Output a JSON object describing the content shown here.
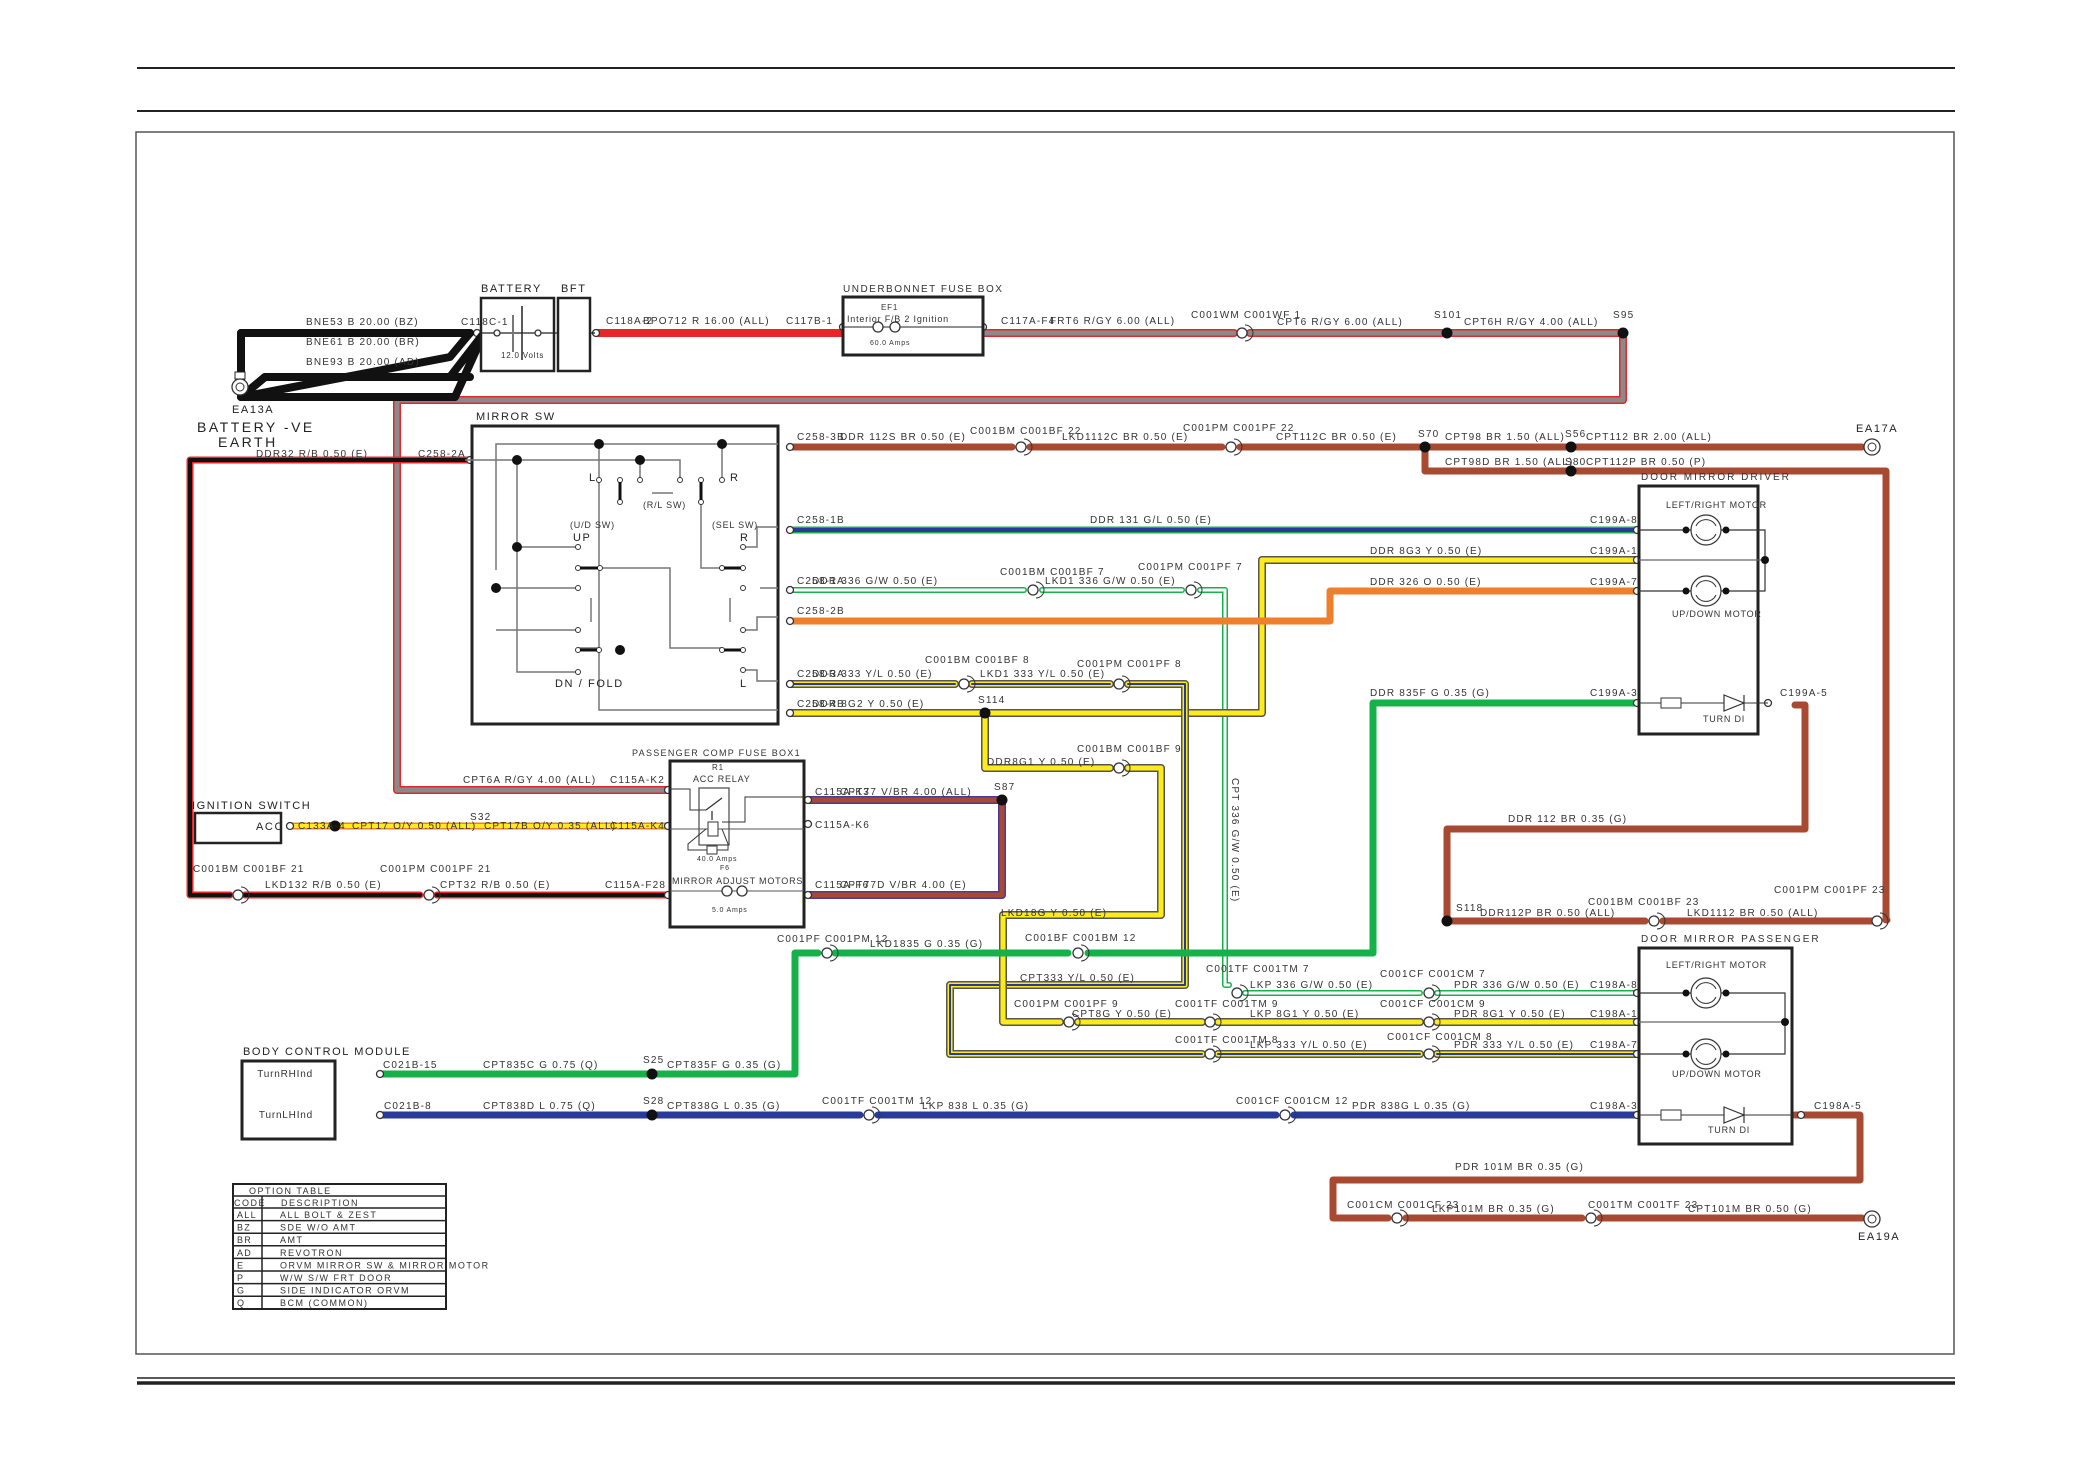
{
  "diagram": {
    "type": "wiring-diagram",
    "colors": {
      "red": "#e8262a",
      "red_gray": "#8a8a8a",
      "brown": "#a84a32",
      "green": "#15b24a",
      "dark_green": "#0b6e5a",
      "blue": "#2a3a9a",
      "yellow": "#ffeb1a",
      "orange": "#f07f2c",
      "black": "#111111",
      "purple": "#4a3aa0"
    },
    "components": {
      "battery": {
        "title": "BATTERY",
        "rating": "12.0 Volts"
      },
      "bft": {
        "title": "BFT"
      },
      "earth_ea13a": {
        "id": "EA13A",
        "title_line1": "BATTERY -VE",
        "title_line2": "EARTH"
      },
      "underbonnet": {
        "title": "UNDERBONNET FUSE BOX",
        "fuse_id": "EF1",
        "fuse_name": "Interior F/B 2 Ignition",
        "rating": "60.0 Amps"
      },
      "mirror_sw": {
        "title": "MIRROR SW",
        "labels": {
          "l": "L",
          "r": "R",
          "rl_sw": "(R/L SW)",
          "ud_sw": "(U/D SW)",
          "up": "UP",
          "sel_sw": "(SEL SW)",
          "sel_r": "R",
          "sel_l": "L",
          "dn_fold": "DN / FOLD"
        }
      },
      "ignition_switch": {
        "title": "IGNITION SWITCH",
        "pin": "ACC"
      },
      "pcfb": {
        "title": "PASSENGER COMP FUSE BOX1",
        "relay_id": "R1",
        "relay_name": "ACC RELAY",
        "relay_rating": "40.0 Amps",
        "fuse_id": "F6",
        "fuse_name": "MIRROR ADJUST MOTORS",
        "fuse_rating": "5.0 Amps"
      },
      "bcm": {
        "title": "BODY CONTROL MODULE",
        "pin_rh": "TurnRHInd",
        "pin_lh": "TurnLHInd"
      },
      "dmd": {
        "title": "DOOR MIRROR DRIVER",
        "lr_motor": "LEFT/RIGHT MOTOR",
        "ud_motor": "UP/DOWN MOTOR",
        "turn": "TURN DI"
      },
      "dmp": {
        "title": "DOOR MIRROR PASSENGER",
        "lr_motor": "LEFT/RIGHT MOTOR",
        "ud_motor": "UP/DOWN MOTOR",
        "turn": "TURN DI"
      },
      "earth_ea17a": {
        "id": "EA17A"
      },
      "earth_ea19a": {
        "id": "EA19A"
      }
    },
    "wire_labels": {
      "bne53": "BNE53 B 20.00 (BZ)",
      "c118c1": "C118C-1",
      "bne61": "BNE61 B 20.00 (BR)",
      "bne93": "BNE93 B 20.00 (AD)",
      "c118a2": "C118A-2",
      "bpo712": "BPO712 R 16.00 (ALL)",
      "c117b1": "C117B-1",
      "c117af": "C117A-F4",
      "frt6": "FRT6 R/GY 6.00 (ALL)",
      "c001wm": "C001WM C001WF 1",
      "cpt6": "CPT6 R/GY 6.00 (ALL)",
      "s101": "S101",
      "cpt6h": "CPT6H R/GY 4.00 (ALL)",
      "s95": "S95",
      "ddr32": "DDR32 R/B 0.50 (E)",
      "c2582a": "C258-2A",
      "c2583b": "C258-3B",
      "ddr112s": "DDR 112S BR 0.50 (E)",
      "c001bm22": "C001BM C001BF 22",
      "lkd112c": "LKD1112C BR 0.50 (E)",
      "c001pm22": "C001PM C001PF 22",
      "cpt112c": "CPT112C BR 0.50 (E)",
      "s70": "S70",
      "cpt98": "CPT98 BR 1.50 (ALL)",
      "s56": "S56",
      "cpt112": "CPT112 BR 2.00 (ALL)",
      "cpt98d": "CPT98D BR 1.50 (ALL)",
      "s80": "S80",
      "cpt112p": "CPT112P BR 0.50 (P)",
      "c2581b": "C258-1B",
      "ddr131": "DDR 131 G/L 0.50 (E)",
      "c199a8": "C199A-8",
      "c2581a": "C258-1A",
      "ddr336": "DDR 336 G/W 0.50 (E)",
      "c001bm7": "C001BM C001BF 7",
      "lkd336": "LKD1 336 G/W 0.50 (E)",
      "c001pm7": "C001PM C001PF 7",
      "ddr8g3": "DDR   8G3 Y 0.50 (E)",
      "c199a1": "C199A-1",
      "c2582b": "C258-2B",
      "ddr326": "DDR   326 O 0.50 (E)",
      "c199a7": "C199A-7",
      "c2583a": "C258-3A",
      "ddr333": "DDR 333 Y/L 0.50 (E)",
      "c001bm8": "C001BM C001BF 8",
      "lkd333": "LKD1 333 Y/L 0.50 (E)",
      "c001pm8": "C001PM C001PF 8",
      "c2584b": "C258-4B",
      "ddr8g2": "DDR 8G2 Y 0.50 (E)",
      "s114": "S114",
      "ddr835f": "DDR   835F G 0.35 (G)",
      "c199a3": "C199A-3",
      "c199a5": "C199A-5",
      "ddr8g1": "DDR8G1 Y 0.50 (E)",
      "c001bm9": "C001BM C001BF 9",
      "cpt6a": "CPT6A R/GY 4.00 (ALL)",
      "c115ak2": "C115A-K2",
      "c115ak3": "C115A-K3",
      "cpt77": "CPT77 V/BR 4.00 (ALL)",
      "s87": "S87",
      "c133a4": "C133A-4",
      "cpt17": "CPT17 O/Y 0.50 (ALL)",
      "s32": "S32",
      "cpt17b": "CPT17B O/Y 0.35 (ALL)",
      "c115ak4": "C115A-K4",
      "c115ak6": "C115A-K6",
      "cpt336v": "CPT 336 G/W 0.50 (E)",
      "ddr112": "DDR 112 BR 0.35 (G)",
      "c001bm21": "C001BM C001BF 21",
      "lkd132": "LKD132 R/B 0.50 (E)",
      "c001pm21": "C001PM C001PF 21",
      "cpt32": "CPT32 R/B 0.50 (E)",
      "c115af28": "C115A-F28",
      "c115af6": "C115A-F6",
      "cpt77d": "CPT77D V/BR 4.00 (E)",
      "lkd18g": "LKD18G Y 0.50 (E)",
      "s118": "S118",
      "ddr112p": "DDR112P BR 0.50 (ALL)",
      "c001bm23": "C001BM C001BF 23",
      "lkd1112": "LKD1112 BR 0.50 (ALL)",
      "c001pm23": "C001PM C001PF 23",
      "c001pf12": "C001PF C001PM 12",
      "lkd1835": "LKD1835 G 0.35 (G)",
      "c001bf12": "C001BF C001BM 12",
      "c001tf7": "C001TF C001TM 7",
      "c001cf7": "C001CF C001CM 7",
      "lkp336": "LKP  336 G/W 0.50 (E)",
      "pdr336": "PDR 336 G/W 0.50 (E)",
      "c198a8": "C198A-8",
      "cpt333": "CPT333 Y/L 0.50 (E)",
      "c001pm9": "C001PM C001PF 9",
      "cpt8g": "CPT8G Y 0.50 (E)",
      "c001tf9": "C001TF C001TM 9",
      "lkp8g1": "LKP  8G1 Y 0.50 (E)",
      "c001cf9": "C001CF C001CM 9",
      "pdr8g1": "PDR 8G1 Y 0.50 (E)",
      "c198a1": "C198A-1",
      "c001tf8": "C001TF C001TM 8",
      "lkp333": "LKP  333 Y/L 0.50 (E)",
      "c001cf8": "C001CF C001CM 8",
      "pdr333": "PDR 333 Y/L 0.50 (E)",
      "c198a7": "C198A-7",
      "c021b15": "C021B-15",
      "cpt835c": "CPT835C G 0.75 (Q)",
      "s25": "S25",
      "cpt835f": "CPT835F G 0.35 (G)",
      "c021b8": "C021B-8",
      "cpt838d": "CPT838D L 0.75 (Q)",
      "s28": "S28",
      "cpt838g": "CPT838G L 0.35 (G)",
      "c001tf12": "C001TF C001TM 12",
      "lkp838": "LKP  838 L 0.35 (G)",
      "c001cf12": "C001CF C001CM 12",
      "pdr838g": "PDR 838G L 0.35 (G)",
      "c198a3": "C198A-3",
      "c198a5": "C198A-5",
      "pdr101m": "PDR 101M BR 0.35 (G)",
      "c001cm23": "C001CM C001CF 23",
      "lkp101m": "LKP101M BR 0.35 (G)",
      "c001tm23": "C001TM C001TF 23",
      "cpt101m": "CPT101M BR 0.50 (G)"
    },
    "option_table": {
      "title": "OPTION TABLE",
      "headers": [
        "CODE",
        "DESCRIPTION"
      ],
      "rows": [
        [
          "ALL",
          "ALL BOLT & ZEST"
        ],
        [
          "BZ",
          "SDE W/O AMT"
        ],
        [
          "BR",
          "AMT"
        ],
        [
          "AD",
          "REVOTRON"
        ],
        [
          "E",
          "ORVM MIRROR SW & MIRROR MOTOR"
        ],
        [
          "P",
          "W/W S/W FRT DOOR"
        ],
        [
          "G",
          "SIDE INDICATOR ORVM"
        ],
        [
          "Q",
          "BCM (COMMON)"
        ]
      ]
    }
  }
}
